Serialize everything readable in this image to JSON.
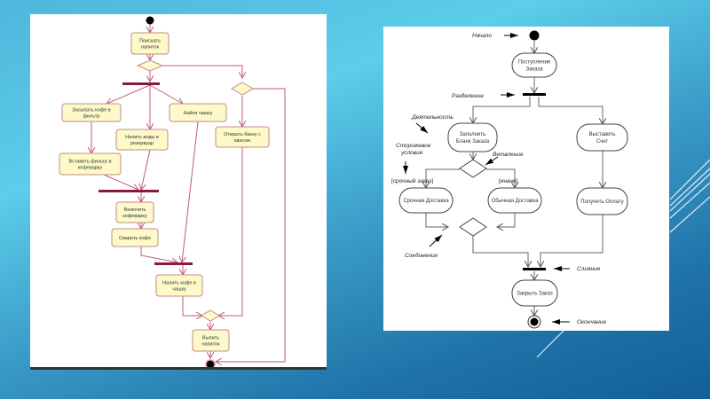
{
  "slide": {
    "colors": {
      "background_top": "#5ccdea",
      "background_bottom": "#135f98"
    }
  },
  "left_diagram": {
    "title": "Coffee / kvass activity diagram",
    "colors": {
      "box_fill": "#fdf9c8",
      "box_stroke": "#c38a8a",
      "line": "#c0587a",
      "bar": "#8a1a3c"
    },
    "activities": [
      {
        "id": "a1",
        "lines": [
          "Поискать",
          "напиток"
        ]
      },
      {
        "id": "a2",
        "lines": [
          "Засыпать кофе в",
          "фильтр"
        ]
      },
      {
        "id": "a3",
        "lines": [
          "Налить воды в",
          "резервуар"
        ]
      },
      {
        "id": "a4",
        "lines": [
          "Найти чашку"
        ]
      },
      {
        "id": "a5",
        "lines": [
          "Открыть банку с",
          "квасом"
        ]
      },
      {
        "id": "a6",
        "lines": [
          "Вставить фильтр в",
          "кофеварку"
        ]
      },
      {
        "id": "a7",
        "lines": [
          "Включить",
          "кофеварку"
        ]
      },
      {
        "id": "a8",
        "lines": [
          "Сварить кофе"
        ]
      },
      {
        "id": "a9",
        "lines": [
          "Налить кофе в",
          "чашку"
        ]
      },
      {
        "id": "a10",
        "lines": [
          "Выпить",
          "напиток"
        ]
      }
    ]
  },
  "right_diagram": {
    "title": "Order processing activity diagram",
    "activities": [
      {
        "id": "b1",
        "lines": [
          "Поступление",
          "Заказа"
        ]
      },
      {
        "id": "b2",
        "lines": [
          "Заполнить",
          "Бланк Заказа"
        ]
      },
      {
        "id": "b3",
        "lines": [
          "Выставить",
          "Счет"
        ]
      },
      {
        "id": "b4",
        "lines": [
          "Срочная Доставка"
        ]
      },
      {
        "id": "b5",
        "lines": [
          "Обычная Доставка"
        ]
      },
      {
        "id": "b6",
        "lines": [
          "Получить Оплату"
        ]
      },
      {
        "id": "b7",
        "lines": [
          "Закрыть Заказ"
        ]
      }
    ],
    "annotations": {
      "start": "Начало",
      "fork": "Разделение",
      "activity": "Деятельность",
      "guard": [
        "Сторожевое",
        "условие"
      ],
      "branch": "Ветвление",
      "merge": "Соединение",
      "join": "Слияние",
      "end": "Окончание"
    },
    "guards": {
      "urgent": "[срочный заказ]",
      "else": "[иначе]"
    }
  }
}
